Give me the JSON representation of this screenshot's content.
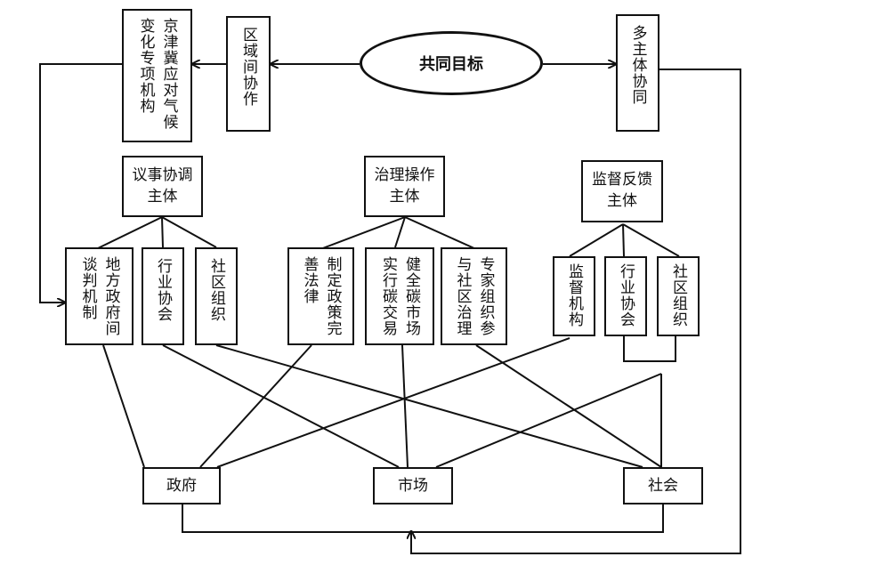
{
  "goal": "共同目标",
  "top": {
    "mechanism": "京津冀应对气候变化专项机构",
    "regional": "区域间协作",
    "multi": "多主体协同"
  },
  "groups": {
    "deliberation": {
      "title": "议事协调主体",
      "items": {
        "gov_talks": "地方政府间谈判机制",
        "industry": "行业协会",
        "community": "社区组织"
      }
    },
    "operation": {
      "title": "治理操作主体",
      "items": {
        "policy": "制定政策完善法律",
        "carbon": "健全碳市场实行碳交易",
        "experts": "专家组织参与社区治理"
      }
    },
    "supervision": {
      "title": "监督反馈主体",
      "items": {
        "agency": "监督机构",
        "industry": "行业协会",
        "community": "社区组织"
      }
    }
  },
  "bottom": {
    "gov": "政府",
    "market": "市场",
    "society": "社会"
  }
}
